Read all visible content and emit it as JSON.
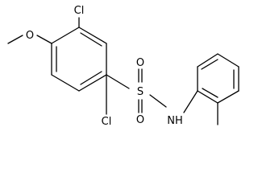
{
  "molecule": {
    "atoms": {
      "cl_top": "Cl",
      "cl_bottom": "Cl",
      "oxygen_methoxy": "O",
      "sulfur": "S",
      "oxygen_sulfonyl_top": "O",
      "oxygen_sulfonyl_bottom": "O",
      "nitrogen_amide": "NH"
    }
  }
}
